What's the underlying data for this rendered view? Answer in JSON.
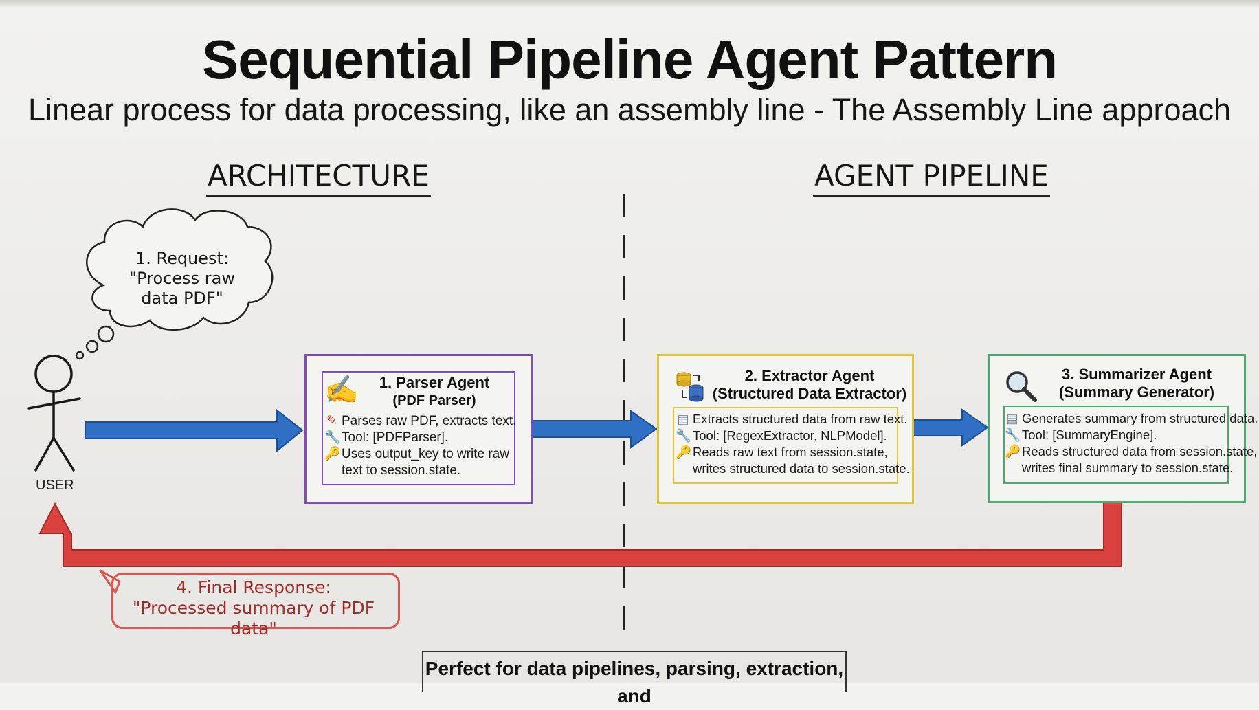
{
  "header": {
    "title": "Sequential Pipeline Agent Pattern",
    "subtitle": "Linear process for data processing, like an assembly line - The Assembly Line approach"
  },
  "sections": {
    "architecture": "ARCHITECTURE",
    "pipeline": "AGENT PIPELINE"
  },
  "user": {
    "label": "USER",
    "request_lines": [
      "1. Request:",
      "\"Process raw",
      "data PDF\""
    ]
  },
  "agents": [
    {
      "title": "1. Parser Agent",
      "subtitle": "(PDF Parser)",
      "color": "#7b4fb5",
      "icon": "writing-hand-icon",
      "lines": [
        {
          "icon": "pencil-icon",
          "text": "Parses raw PDF, extracts text."
        },
        {
          "icon": "wrench-icon",
          "text": "Tool: [PDFParser]."
        },
        {
          "icon": "key-icon",
          "text": "Uses output_key to write raw"
        },
        {
          "icon": "",
          "text": "text to session.state."
        }
      ]
    },
    {
      "title": "2. Extractor Agent",
      "subtitle": "(Structured Data Extractor)",
      "color": "#e3c53a",
      "icon": "database-transfer-icon",
      "lines": [
        {
          "icon": "document-icon",
          "text": "Extracts structured data from raw text."
        },
        {
          "icon": "wrench-icon",
          "text": "Tool: [RegexExtractor, NLPModel]."
        },
        {
          "icon": "key-icon",
          "text": "Reads raw text from session.state,"
        },
        {
          "icon": "",
          "text": "writes structured data to session.state."
        }
      ]
    },
    {
      "title": "3. Summarizer Agent",
      "subtitle": "(Summary Generator)",
      "color": "#4fa874",
      "icon": "magnifier-icon",
      "lines": [
        {
          "icon": "document-icon",
          "text": "Generates summary from structured data."
        },
        {
          "icon": "wrench-icon",
          "text": "Tool: [SummaryEngine]."
        },
        {
          "icon": "key-icon",
          "text": "Reads structured data from session.state,"
        },
        {
          "icon": "",
          "text": "writes final summary to session.state."
        }
      ]
    }
  ],
  "final_response": {
    "line1": "4. Final Response:",
    "line2": "\"Processed summary of PDF data\""
  },
  "footer_note": "Perfect for data pipelines, parsing, extraction, and",
  "colors": {
    "forward_arrow": "#2f6fc4",
    "return_arrow": "#d9423f",
    "ink": "#161616"
  }
}
